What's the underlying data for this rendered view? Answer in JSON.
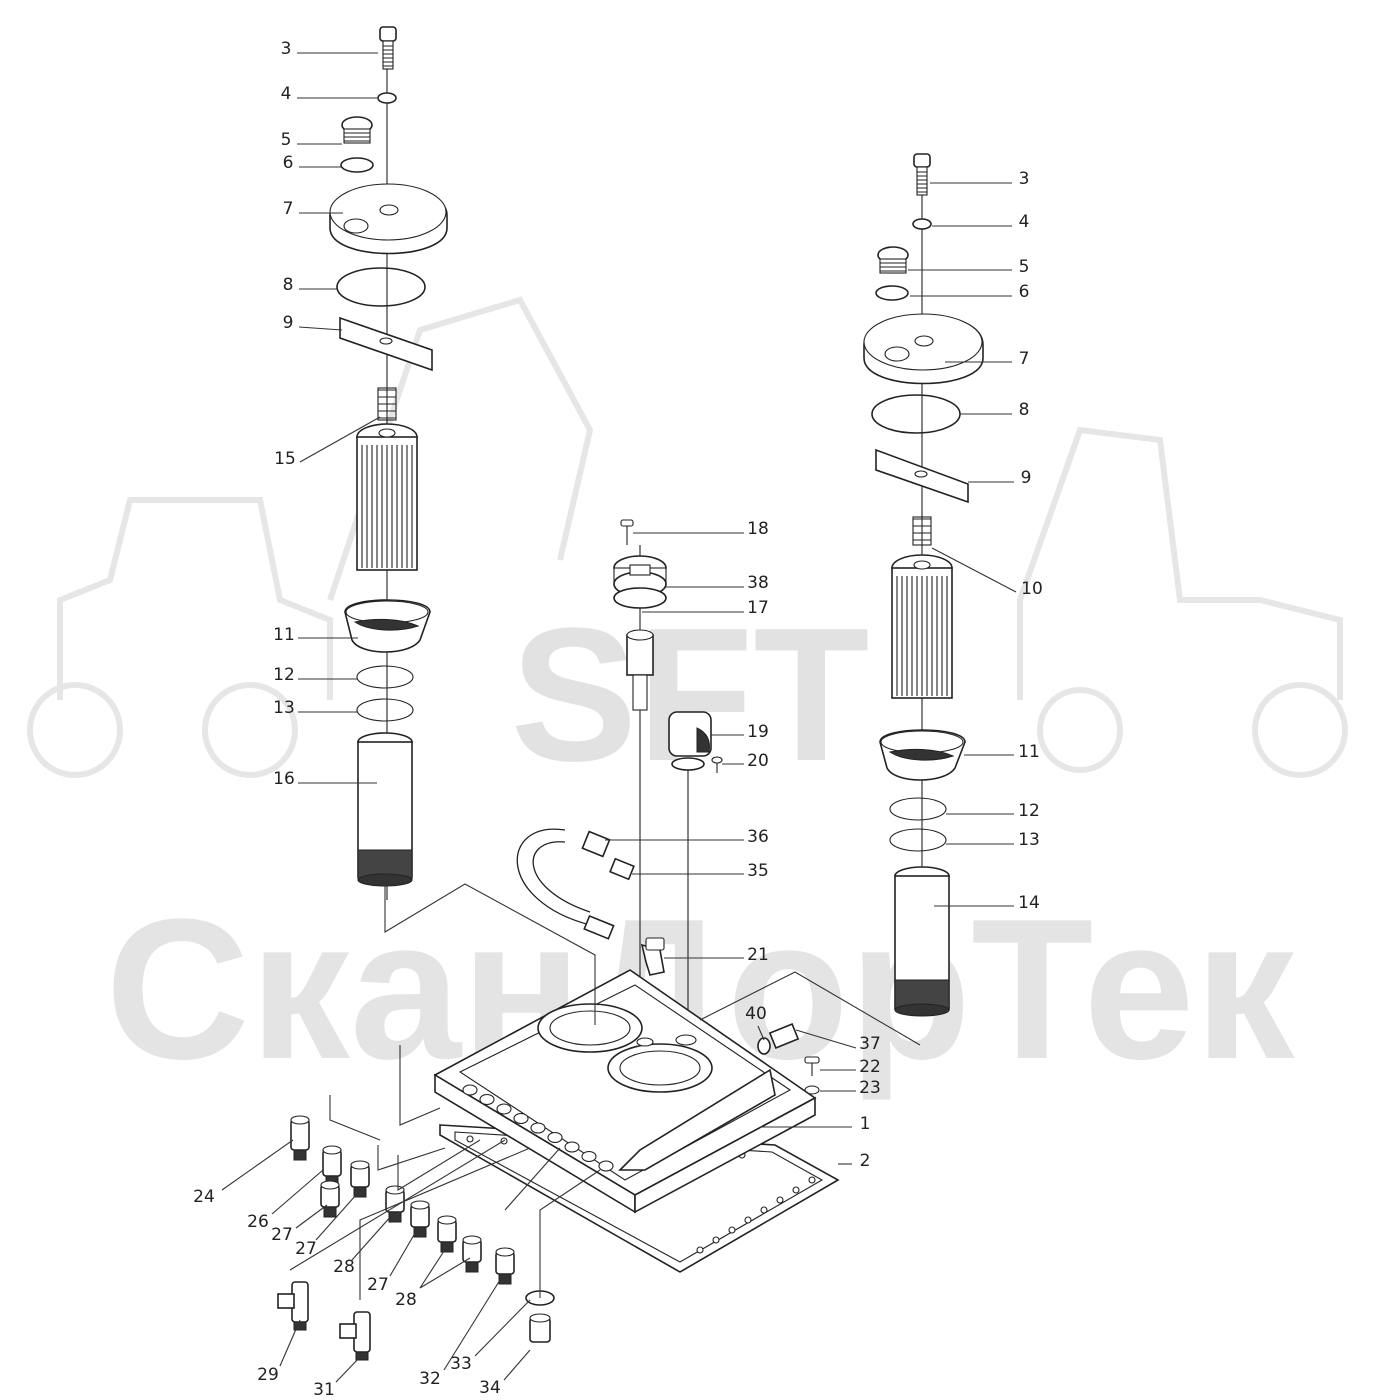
{
  "watermark": {
    "logo": "SFT",
    "text": "СканДорТек"
  },
  "callouts": [
    {
      "id": "L3",
      "label": "3"
    },
    {
      "id": "L4",
      "label": "4"
    },
    {
      "id": "L5",
      "label": "5"
    },
    {
      "id": "L6",
      "label": "6"
    },
    {
      "id": "L7",
      "label": "7"
    },
    {
      "id": "L8",
      "label": "8"
    },
    {
      "id": "L9",
      "label": "9"
    },
    {
      "id": "L15",
      "label": "15"
    },
    {
      "id": "L11",
      "label": "11"
    },
    {
      "id": "L12",
      "label": "12"
    },
    {
      "id": "L13",
      "label": "13"
    },
    {
      "id": "L16",
      "label": "16"
    },
    {
      "id": "R3",
      "label": "3"
    },
    {
      "id": "R4",
      "label": "4"
    },
    {
      "id": "R5",
      "label": "5"
    },
    {
      "id": "R6",
      "label": "6"
    },
    {
      "id": "R7",
      "label": "7"
    },
    {
      "id": "R8",
      "label": "8"
    },
    {
      "id": "R9",
      "label": "9"
    },
    {
      "id": "R10",
      "label": "10"
    },
    {
      "id": "R11",
      "label": "11"
    },
    {
      "id": "R12",
      "label": "12"
    },
    {
      "id": "R13",
      "label": "13"
    },
    {
      "id": "R14",
      "label": "14"
    },
    {
      "id": "C18",
      "label": "18"
    },
    {
      "id": "C38",
      "label": "38"
    },
    {
      "id": "C17",
      "label": "17"
    },
    {
      "id": "C19",
      "label": "19"
    },
    {
      "id": "C20",
      "label": "20"
    },
    {
      "id": "C36",
      "label": "36"
    },
    {
      "id": "C35",
      "label": "35"
    },
    {
      "id": "C21",
      "label": "21"
    },
    {
      "id": "C40",
      "label": "40"
    },
    {
      "id": "C37",
      "label": "37"
    },
    {
      "id": "C22",
      "label": "22"
    },
    {
      "id": "C23",
      "label": "23"
    },
    {
      "id": "C1",
      "label": "1"
    },
    {
      "id": "C2",
      "label": "2"
    },
    {
      "id": "B24",
      "label": "24"
    },
    {
      "id": "B26",
      "label": "26"
    },
    {
      "id": "B27a",
      "label": "27"
    },
    {
      "id": "B27b",
      "label": "27"
    },
    {
      "id": "B28a",
      "label": "28"
    },
    {
      "id": "B27c",
      "label": "27"
    },
    {
      "id": "B28b",
      "label": "28"
    },
    {
      "id": "B32",
      "label": "32"
    },
    {
      "id": "B29",
      "label": "29"
    },
    {
      "id": "B31",
      "label": "31"
    },
    {
      "id": "B33",
      "label": "33"
    },
    {
      "id": "B34",
      "label": "34"
    }
  ]
}
